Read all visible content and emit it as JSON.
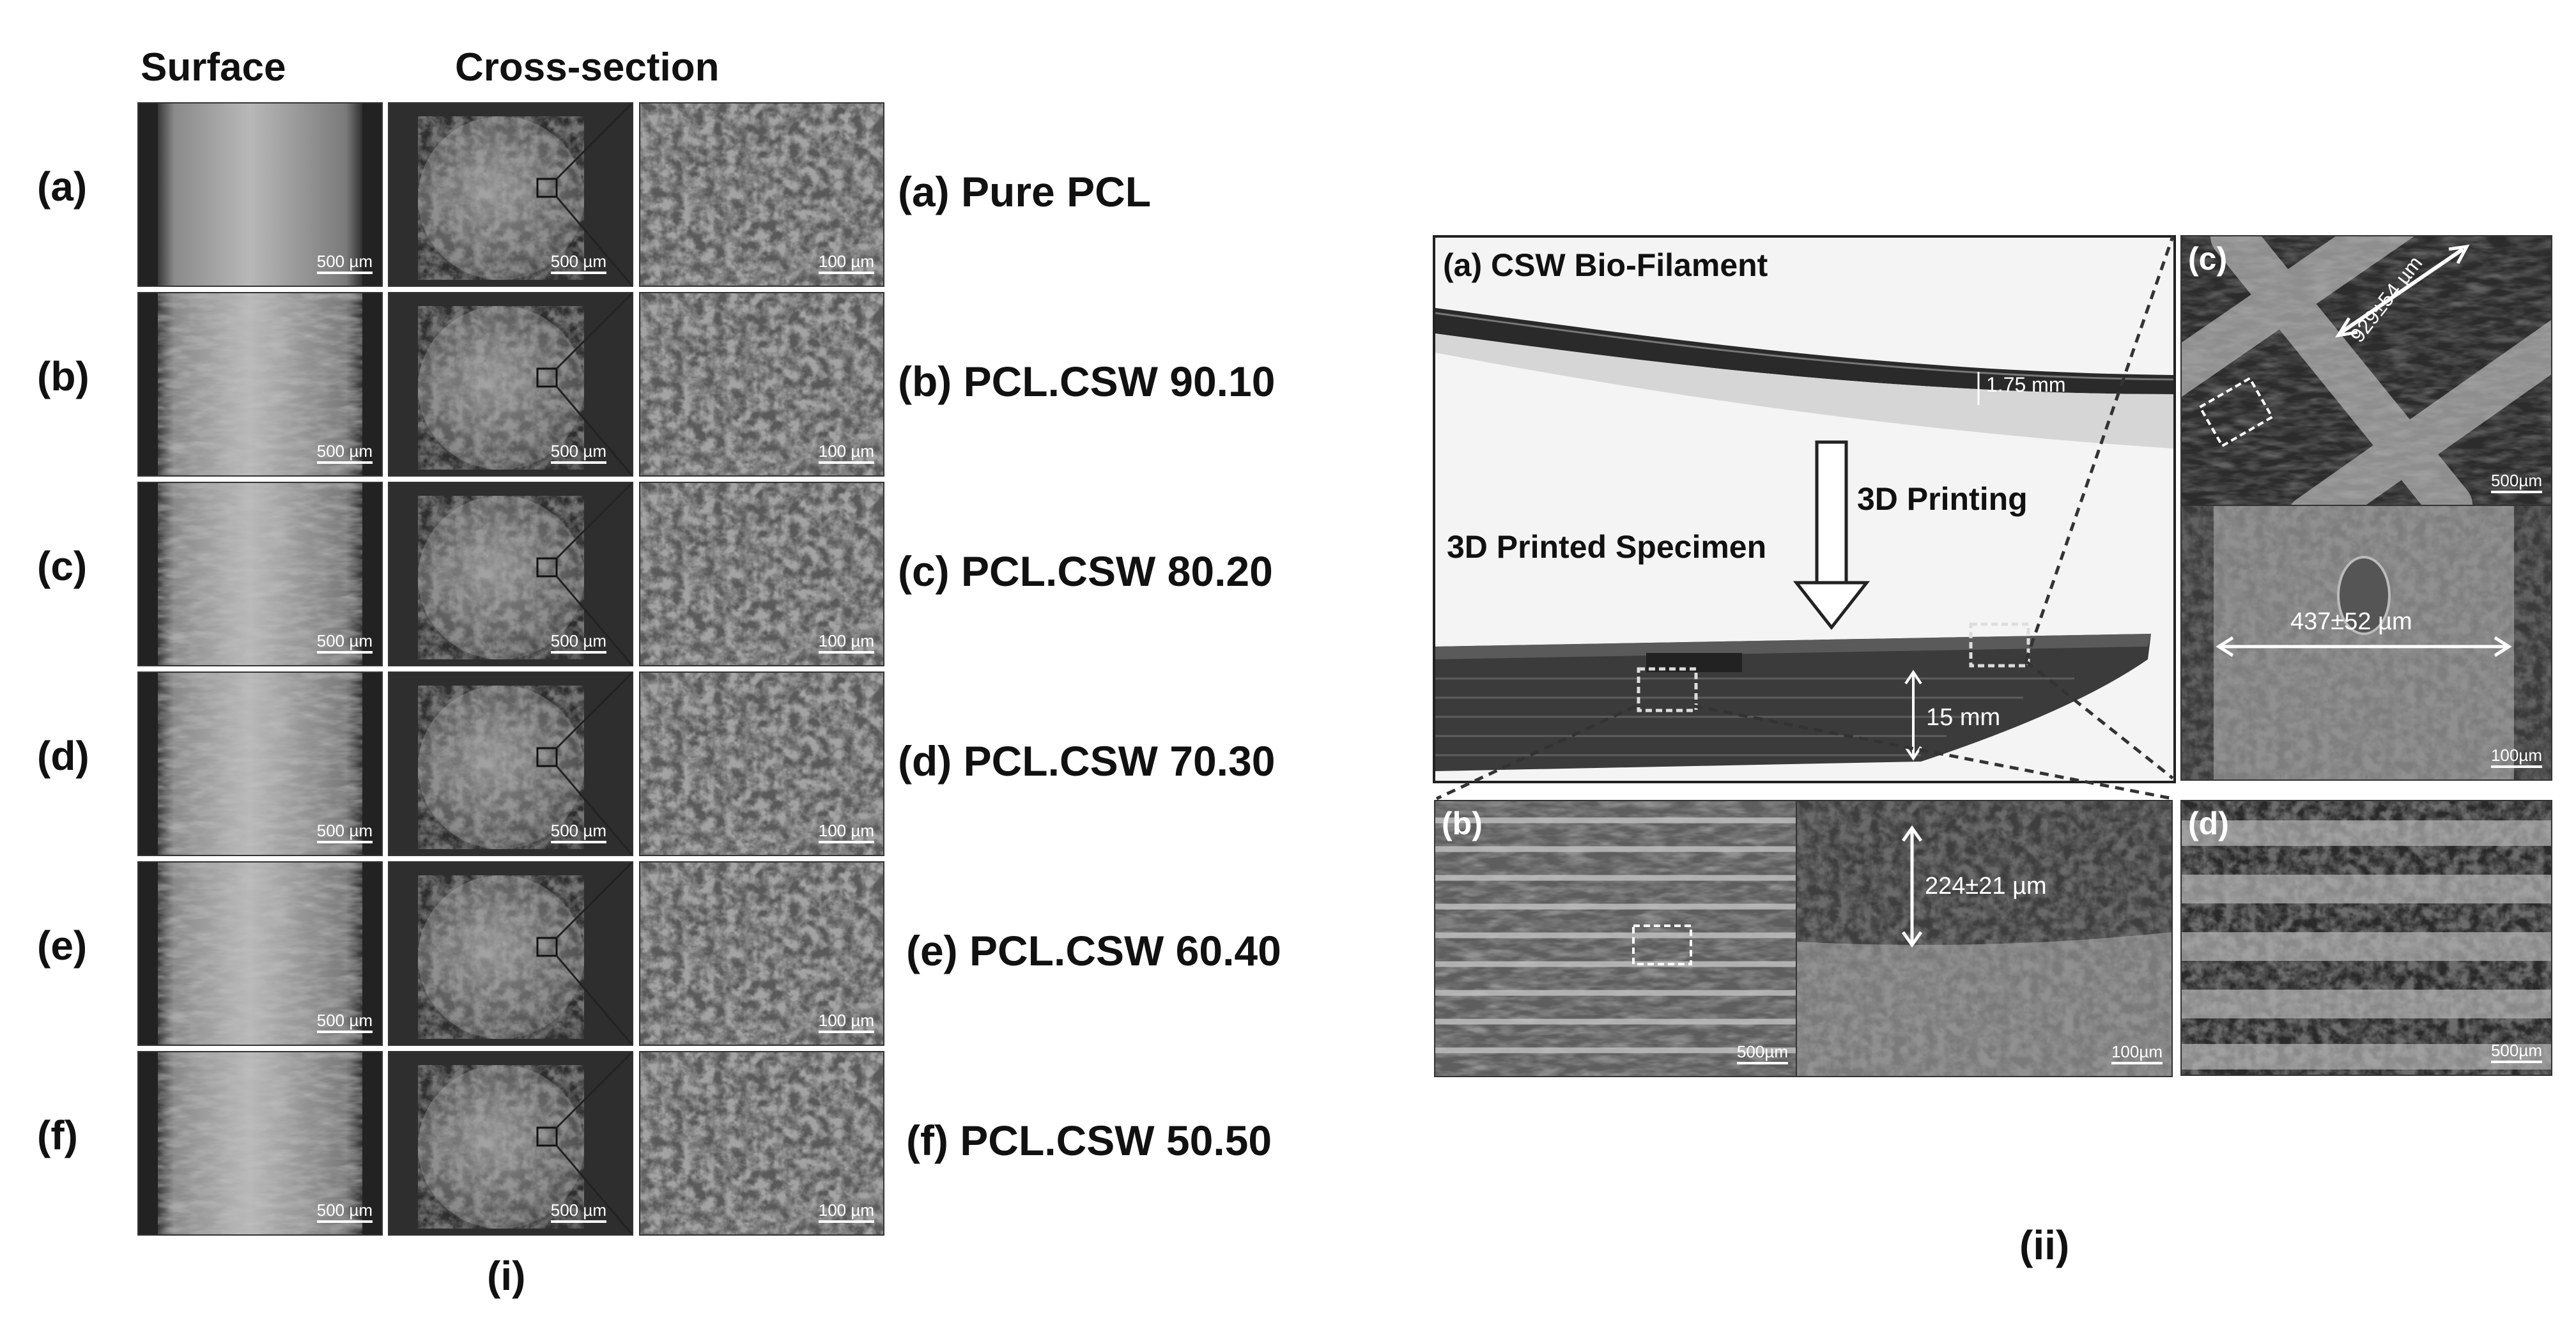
{
  "panel_i": {
    "headers": {
      "surface": "Surface",
      "cross_section": "Cross-section"
    },
    "rows": [
      {
        "label": "(a)",
        "caption": "(a) Pure PCL",
        "scale_surface": "500 µm",
        "scale_cross": "500 µm",
        "scale_zoom": "100 µm"
      },
      {
        "label": "(b)",
        "caption": "(b) PCL.CSW 90.10",
        "scale_surface": "500 µm",
        "scale_cross": "500 µm",
        "scale_zoom": "100 µm"
      },
      {
        "label": "(c)",
        "caption": "(c) PCL.CSW 80.20",
        "scale_surface": "500 µm",
        "scale_cross": "500 µm",
        "scale_zoom": "100 µm"
      },
      {
        "label": "(d)",
        "caption": "(d) PCL.CSW 70.30",
        "scale_surface": "500 µm",
        "scale_cross": "500 µm",
        "scale_zoom": "100 µm"
      },
      {
        "label": "(e)",
        "caption": "(e) PCL.CSW 60.40",
        "scale_surface": "500 µm",
        "scale_cross": "",
        "scale_zoom": "100 µm"
      },
      {
        "label": "(f)",
        "caption": "(f) PCL.CSW 50.50",
        "scale_surface": "500 µm",
        "scale_cross": "500 µm",
        "scale_zoom": "100 µm"
      }
    ],
    "figure_label": "(i)"
  },
  "panel_ii": {
    "a": {
      "title": "(a)  CSW Bio-Filament",
      "filament_thickness": "1.75 mm",
      "process": "3D Printing",
      "specimen": "3D Printed Specimen",
      "height": "15 mm"
    },
    "b": {
      "label": "(b)",
      "scale_left": "500µm",
      "scale_right": "100µm",
      "measure": "224±21 µm"
    },
    "c": {
      "label": "(c)",
      "measure_top": "929±54 µm",
      "scale_top": "500µm",
      "measure_bottom": "437±52 µm",
      "scale_bottom": "100µm"
    },
    "d": {
      "label": "(d)",
      "scale": "500µm"
    },
    "figure_label": "(ii)"
  }
}
